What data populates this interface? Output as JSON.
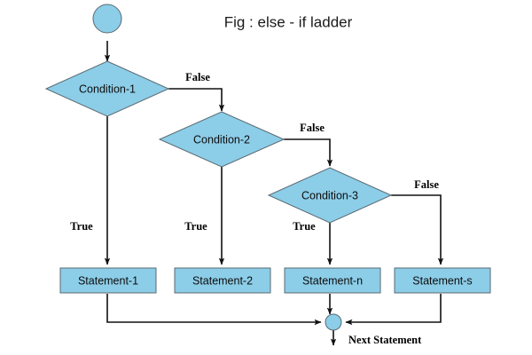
{
  "figure": {
    "title": "Fig : else - if ladder",
    "colors": {
      "shape_fill": "#8ccde8",
      "shape_stroke": "#5a6a72",
      "connector": "#111111",
      "background": "#ffffff",
      "label_text": "#0d0d0d"
    }
  },
  "nodes": {
    "start": {
      "name": "start-node",
      "shape": "circle",
      "label": ""
    },
    "conditions": [
      {
        "label": "Condition-1",
        "shape": "diamond"
      },
      {
        "label": "Condition-2",
        "shape": "diamond"
      },
      {
        "label": "Condition-3",
        "shape": "diamond"
      }
    ],
    "statements": [
      {
        "label": "Statement-1",
        "shape": "rectangle"
      },
      {
        "label": "Statement-2",
        "shape": "rectangle"
      },
      {
        "label": "Statement-n",
        "shape": "rectangle"
      },
      {
        "label": "Statement-s",
        "shape": "rectangle"
      }
    ],
    "merge": {
      "name": "merge-node",
      "shape": "circle",
      "label": ""
    },
    "exit": {
      "label": "Next Statement"
    }
  },
  "edge_labels": {
    "false_1": "False",
    "false_2": "False",
    "false_3": "False",
    "true_1": "True",
    "true_2": "True",
    "true_3": "True"
  }
}
